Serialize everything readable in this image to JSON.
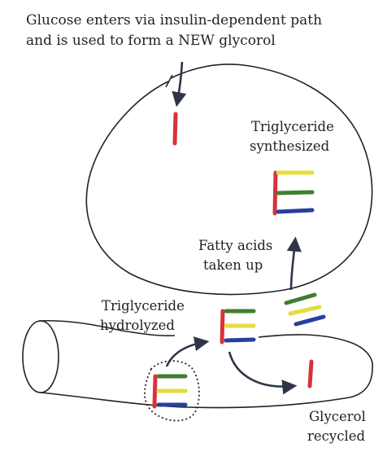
{
  "caption": {
    "line1": "Glucose enters via insulin-dependent path",
    "line2": "and is used to form a NEW glycorol"
  },
  "labels": {
    "tg_synth_1": "Triglyceride",
    "tg_synth_2": "synthesized",
    "fa_1": "Fatty acids",
    "fa_2": "taken up",
    "tg_hydro_1": "Triglyceride",
    "tg_hydro_2": "hydrolyzed",
    "gly_1": "Glycerol",
    "gly_2": "recycled"
  },
  "colors": {
    "glycerol": "#d8323a",
    "fatty_acid_yellow": "#e6dc3c",
    "fatty_acid_green": "#3f7f2e",
    "fatty_acid_blue": "#283f9a",
    "ink": "#222222",
    "arrow": "#2f3548"
  }
}
